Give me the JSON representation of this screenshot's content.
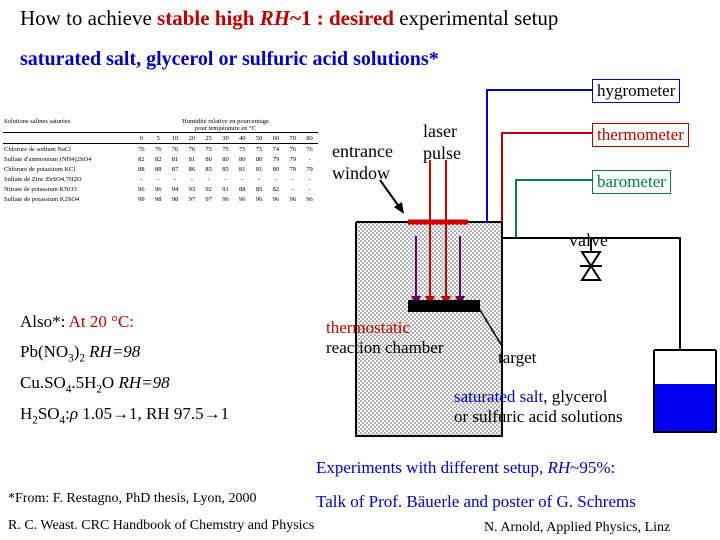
{
  "title": {
    "prefix": "How to achieve ",
    "highlight1": "stable high ",
    "rh_symbol": "RH",
    "highlight2": "~1 : desired",
    "suffix": " experimental setup"
  },
  "subtitle": "saturated salt, glycerol or sulfuric acid solutions*",
  "labels": {
    "hygrometer": "hygrometer",
    "thermometer": "thermometer",
    "barometer": "barometer",
    "laser_pulse_1": "laser",
    "laser_pulse_2": "pulse",
    "entrance_1": "entrance",
    "entrance_2": "window",
    "valve": "valve",
    "thermostatic_1": "thermostatic",
    "thermostatic_2": "reaction chamber",
    "target": "target",
    "solutions_1a": "saturated salt",
    "solutions_1b": ", glycerol",
    "solutions_2": "or sulfuric acid solutions"
  },
  "also": {
    "line1_prefix": "Also*: ",
    "line1_value": "At 20 °C:",
    "line2": "Pb(NO",
    "line2_rh": " RH=98",
    "line3": "Cu.SO",
    "line3_rh": " RH=98",
    "line4": "1.05→1, RH 97.5→1"
  },
  "experiments": {
    "line1_prefix": "Experiments with different setup, ",
    "line1_rh": "RH",
    "line1_suffix": "~95%:",
    "line2": "Talk of Prof. Bäuerle and poster of G. Schrems"
  },
  "footnotes": {
    "from": "*From: F. Restagno, PhD thesis, Lyon, 2000",
    "weast": "R. C. Weast. CRC Handbook of Chemstry and Physics",
    "author": "N. Arnold, Applied Physics, Linz"
  },
  "table": {
    "head_left": "Solutions salines saturées",
    "head_right_1": "Humidité relative en pourcentage",
    "head_right_2": "pour température en °C",
    "temps": [
      "0",
      "5",
      "10",
      "20",
      "25",
      "30",
      "40",
      "50",
      "60",
      "70",
      "80"
    ],
    "rows": [
      {
        "name": "Chlorure de sodium NaCl",
        "values": [
          "76",
          "76",
          "76",
          "76",
          "75",
          "75",
          "75",
          "75",
          "74",
          "76",
          "76"
        ]
      },
      {
        "name": "Sulfate d'ammonium (NH4)2SO4",
        "values": [
          "82",
          "82",
          "81",
          "81",
          "80",
          "80",
          "80",
          "80",
          "79",
          "79",
          "-"
        ]
      },
      {
        "name": "Chlorure de potassium KCl",
        "values": [
          "88",
          "88",
          "87",
          "86",
          "85",
          "85",
          "81",
          "81",
          "80",
          "79",
          "79"
        ]
      },
      {
        "name": "Sulfate de Zinc ZnSO4,7H2O",
        "values": [
          "-",
          "-",
          "-",
          "-",
          "-",
          "-",
          "-",
          "-",
          "-",
          "-",
          "-"
        ]
      },
      {
        "name": "Nitrate de potassium KNO3",
        "values": [
          "96",
          "96",
          "94",
          "93",
          "92",
          "91",
          "88",
          "85",
          "82",
          "-",
          "-"
        ]
      },
      {
        "name": "Sulfate de potassium K2SO4",
        "values": [
          "99",
          "98",
          "98",
          "97",
          "97",
          "96",
          "96",
          "96",
          "96",
          "96",
          "96"
        ]
      }
    ]
  },
  "colors": {
    "title_red": "#c00000",
    "hygrometer_line": "#0000cc",
    "thermometer_line": "#c00000",
    "barometer_line": "#008040",
    "solution_blue": "#0000ee",
    "laser_red": "#cc0000",
    "laser_violet": "#660066"
  }
}
